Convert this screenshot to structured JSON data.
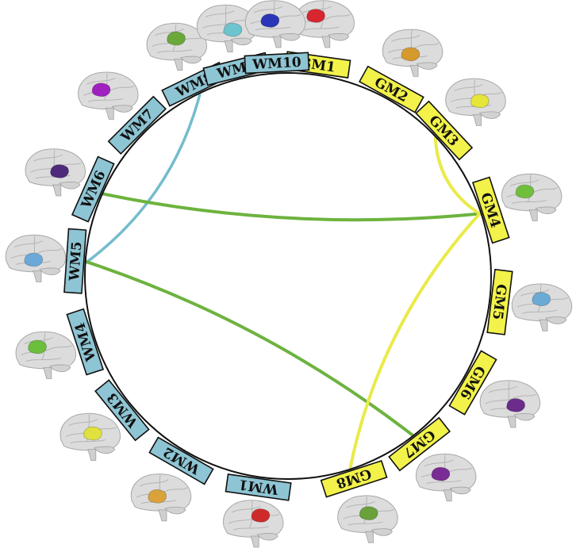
{
  "colors": {
    "gm_box": "#f2f24a",
    "wm_box": "#8ec5d4",
    "link_blue": "#74bccc",
    "link_green": "#6db33f",
    "link_yellow": "#eaea4a"
  },
  "segments": [
    {
      "id": "GM1",
      "label": "GM1",
      "group": "gm",
      "angle": 82,
      "blob": "#d8262e"
    },
    {
      "id": "GM2",
      "label": "GM2",
      "group": "gm",
      "angle": 61,
      "blob": "#d59a2c"
    },
    {
      "id": "GM3",
      "label": "GM3",
      "group": "gm",
      "angle": 43,
      "blob": "#e5e53a"
    },
    {
      "id": "GM4",
      "label": "GM4",
      "group": "gm",
      "angle": 18,
      "blob": "#6fbf3c"
    },
    {
      "id": "GM5",
      "label": "GM5",
      "group": "gm",
      "angle": -7,
      "blob": "#6aabd6"
    },
    {
      "id": "GM6",
      "label": "GM6",
      "group": "gm",
      "angle": -30,
      "blob": "#6b2c8c"
    },
    {
      "id": "GM7",
      "label": "GM7",
      "group": "gm",
      "angle": -52,
      "blob": "#7a2c95"
    },
    {
      "id": "GM8",
      "label": "GM8",
      "group": "gm",
      "angle": -72,
      "blob": "#6aa13a"
    },
    {
      "id": "WM1",
      "label": "WM1",
      "group": "wm",
      "angle": -98,
      "blob": "#cf2a2a"
    },
    {
      "id": "WM2",
      "label": "WM2",
      "group": "wm",
      "angle": -120,
      "blob": "#d9a23a"
    },
    {
      "id": "WM3",
      "label": "WM3",
      "group": "wm",
      "angle": -141,
      "blob": "#e0e040"
    },
    {
      "id": "WM4",
      "label": "WM4",
      "group": "wm",
      "angle": -162,
      "blob": "#6bbf3a"
    },
    {
      "id": "WM5",
      "label": "WM5",
      "group": "wm",
      "angle": 176,
      "blob": "#6aa9d8"
    },
    {
      "id": "WM6",
      "label": "WM6",
      "group": "wm",
      "angle": 156,
      "blob": "#4e2a7c"
    },
    {
      "id": "WM7",
      "label": "WM7",
      "group": "wm",
      "angle": 135,
      "blob": "#a020c0"
    },
    {
      "id": "WM8",
      "label": "WM8",
      "group": "wm",
      "angle": 116,
      "blob": "#6aa83a"
    },
    {
      "id": "WM9",
      "label": "WM9",
      "group": "wm",
      "angle": 104,
      "blob": "#6cc4cf"
    },
    {
      "id": "WM10",
      "label": "WM10",
      "group": "wm",
      "angle": 93,
      "blob": "#2a35b8"
    }
  ],
  "connections": [
    {
      "from": "WM8",
      "to": "WM5",
      "color": "link_blue"
    },
    {
      "from": "WM6",
      "to": "GM4",
      "color": "link_green"
    },
    {
      "from": "WM5",
      "to": "GM7",
      "color": "link_green"
    },
    {
      "from": "GM3",
      "to": "GM4",
      "color": "link_yellow"
    },
    {
      "from": "GM4",
      "to": "GM8",
      "color": "link_yellow"
    }
  ]
}
